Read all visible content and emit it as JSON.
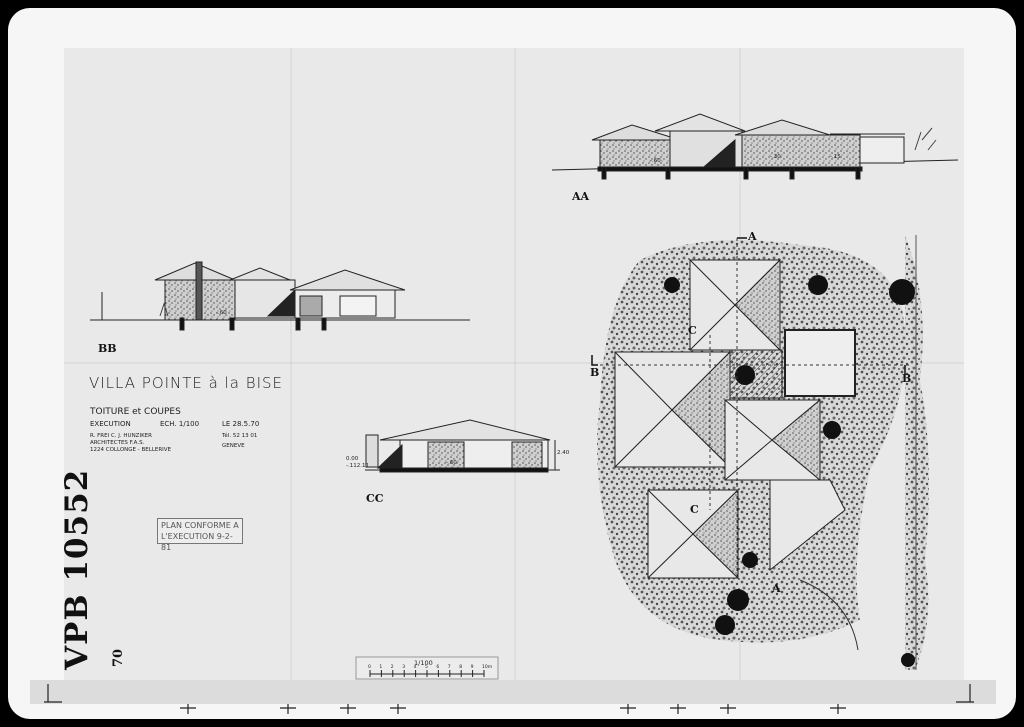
{
  "drawing": {
    "title": "VILLA POINTE à la BISE",
    "subtitle": "TOITURE et COUPES",
    "phase": "EXECUTION",
    "scale_note": "ECH. 1/100",
    "date": "LE 28.5.70",
    "architects": [
      "R. FREI  C. J. HUNZIKER",
      "ARCHITECTES F.A.S.",
      "1224 COLLONGE - BELLERIVE"
    ],
    "phone": "Tél. 52 13 01",
    "city": "GENEVE"
  },
  "stamp": {
    "line1": "PLAN CONFORME A",
    "line2": "L'EXECUTION",
    "date": "9-2-81"
  },
  "archive": {
    "code": "VPB 10552",
    "folder": "70"
  },
  "sections": {
    "aa": "AA",
    "bb": "BB",
    "cc": "CC",
    "bb_level": "-.60",
    "cc_level": "-.60",
    "cc_height": "2.40",
    "cc_left_top": "0.00",
    "cc_left_bottom": "-.112.11",
    "aa_level_1": "-.60",
    "aa_level_2": "-.30",
    "aa_level_3": "-.15"
  },
  "plan": {
    "marker_a": "A",
    "marker_b": "B",
    "marker_c": "C"
  },
  "scale_bar": {
    "label": "1/100",
    "ticks": [
      "0",
      "1",
      "2",
      "3",
      "4",
      "5",
      "6",
      "7",
      "8",
      "9",
      "10m"
    ]
  }
}
